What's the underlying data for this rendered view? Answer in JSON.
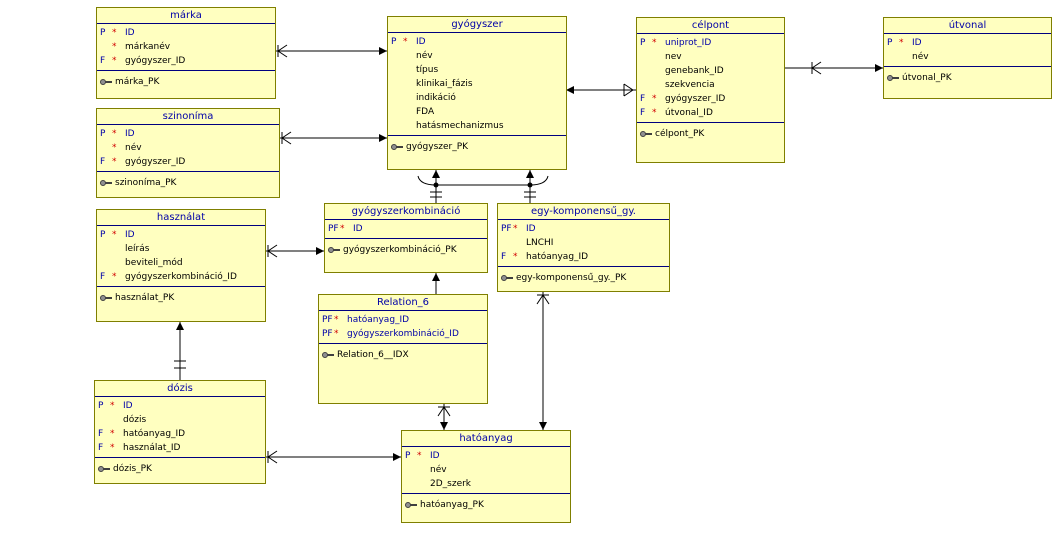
{
  "entities": {
    "marka": {
      "title": "márka",
      "attrs": [
        {
          "flag": "P",
          "star": "*",
          "name": "ID"
        },
        {
          "flag": "",
          "star": "*",
          "name": "márkanév"
        },
        {
          "flag": "F",
          "star": "*",
          "name": "gyógyszer_ID"
        }
      ],
      "index": "márka_PK"
    },
    "szinonima": {
      "title": "szinoníma",
      "attrs": [
        {
          "flag": "P",
          "star": "*",
          "name": "ID"
        },
        {
          "flag": "",
          "star": "*",
          "name": "név"
        },
        {
          "flag": "F",
          "star": "*",
          "name": "gyógyszer_ID"
        }
      ],
      "index": "szinoníma_PK"
    },
    "hasznalat": {
      "title": "használat",
      "attrs": [
        {
          "flag": "P",
          "star": "*",
          "name": "ID"
        },
        {
          "flag": "",
          "star": "",
          "name": "leírás"
        },
        {
          "flag": "",
          "star": "",
          "name": "beviteli_mód"
        },
        {
          "flag": "F",
          "star": "*",
          "name": "gyógyszerkombináció_ID"
        }
      ],
      "index": "használat_PK"
    },
    "dozis": {
      "title": "dózis",
      "attrs": [
        {
          "flag": "P",
          "star": "*",
          "name": "ID"
        },
        {
          "flag": "",
          "star": "",
          "name": "dózis"
        },
        {
          "flag": "F",
          "star": "*",
          "name": "hatóanyag_ID"
        },
        {
          "flag": "F",
          "star": "*",
          "name": "használat_ID"
        }
      ],
      "index": "dózis_PK"
    },
    "gyogyszer": {
      "title": "gyógyszer",
      "attrs": [
        {
          "flag": "P",
          "star": "*",
          "name": "ID"
        },
        {
          "flag": "",
          "star": "",
          "name": "név"
        },
        {
          "flag": "",
          "star": "",
          "name": "típus"
        },
        {
          "flag": "",
          "star": "",
          "name": "klinikai_fázis"
        },
        {
          "flag": "",
          "star": "",
          "name": "indikáció"
        },
        {
          "flag": "",
          "star": "",
          "name": "FDA"
        },
        {
          "flag": "",
          "star": "",
          "name": "hatásmechanizmus"
        }
      ],
      "index": "gyógyszer_PK"
    },
    "gyogyszerkombinacio": {
      "title": "gyógyszerkombináció",
      "attrs": [
        {
          "flag": "PF",
          "star": "*",
          "name": "ID"
        }
      ],
      "index": "gyógyszerkombináció_PK"
    },
    "relation6": {
      "title": "Relation_6",
      "attrs": [
        {
          "flag": "PF",
          "star": "*",
          "name": "hatóanyag_ID"
        },
        {
          "flag": "PF",
          "star": "*",
          "name": "gyógyszerkombináció_ID"
        }
      ],
      "index": "Relation_6__IDX"
    },
    "egykomponensu": {
      "title": "egy-komponensű_gy.",
      "attrs": [
        {
          "flag": "PF",
          "star": "*",
          "name": "ID"
        },
        {
          "flag": "",
          "star": "",
          "name": "LNCHI"
        },
        {
          "flag": "F",
          "star": "*",
          "name": "hatóanyag_ID"
        }
      ],
      "index": "egy-komponensű_gy._PK"
    },
    "hatoanyag": {
      "title": "hatóanyag",
      "attrs": [
        {
          "flag": "P",
          "star": "*",
          "name": "ID"
        },
        {
          "flag": "",
          "star": "",
          "name": "név"
        },
        {
          "flag": "",
          "star": "",
          "name": "2D_szerk"
        }
      ],
      "index": "hatóanyag_PK"
    },
    "celpont": {
      "title": "célpont",
      "attrs": [
        {
          "flag": "P",
          "star": "*",
          "name": "uniprot_ID"
        },
        {
          "flag": "",
          "star": "",
          "name": "nev"
        },
        {
          "flag": "",
          "star": "",
          "name": "genebank_ID"
        },
        {
          "flag": "",
          "star": "",
          "name": "szekvencia"
        },
        {
          "flag": "F",
          "star": "*",
          "name": "gyógyszer_ID"
        },
        {
          "flag": "F",
          "star": "*",
          "name": "útvonal_ID"
        }
      ],
      "index": "célpont_PK"
    },
    "utvonal": {
      "title": "útvonal",
      "attrs": [
        {
          "flag": "P",
          "star": "*",
          "name": "ID"
        },
        {
          "flag": "",
          "star": "",
          "name": "név"
        }
      ],
      "index": "útvonal_PK"
    }
  }
}
